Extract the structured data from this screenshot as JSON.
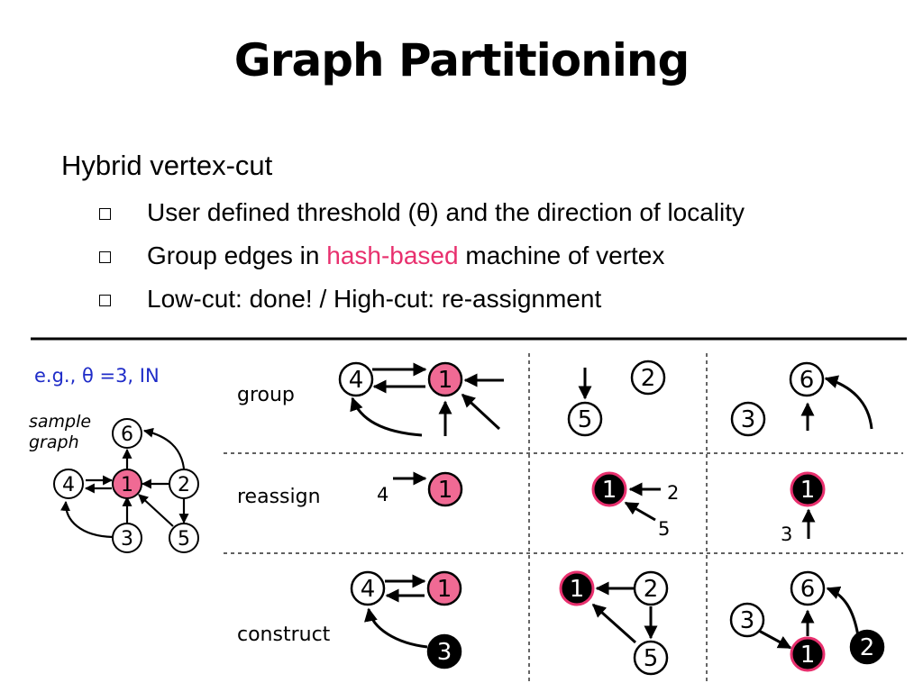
{
  "title": "Graph Partitioning",
  "subtitle": "Hybrid vertex-cut",
  "bullets": [
    {
      "pre": "User defined threshold (θ) and the direction of locality",
      "hl": "",
      "post": ""
    },
    {
      "pre": "Group edges in ",
      "hl": "hash-based",
      "post": " machine of vertex"
    },
    {
      "pre": "Low-cut: done! / High-cut: re-assignment",
      "hl": "",
      "post": ""
    }
  ],
  "example": {
    "text": "e.g., θ =3,  IN",
    "color": "#1f2cc8"
  },
  "sample_graph_label": [
    "sample",
    "graph"
  ],
  "rows": [
    "group",
    "reassign",
    "construct"
  ],
  "reassign_labels": {
    "four": "4",
    "two": "2",
    "five": "5",
    "three": "3"
  },
  "vertex_labels": {
    "v1": "1",
    "v2": "2",
    "v3": "3",
    "v4": "4",
    "v5": "5",
    "v6": "6"
  },
  "colors": {
    "highlight": "#f06a94",
    "accent": "#e8306e",
    "dark": "#000000"
  }
}
